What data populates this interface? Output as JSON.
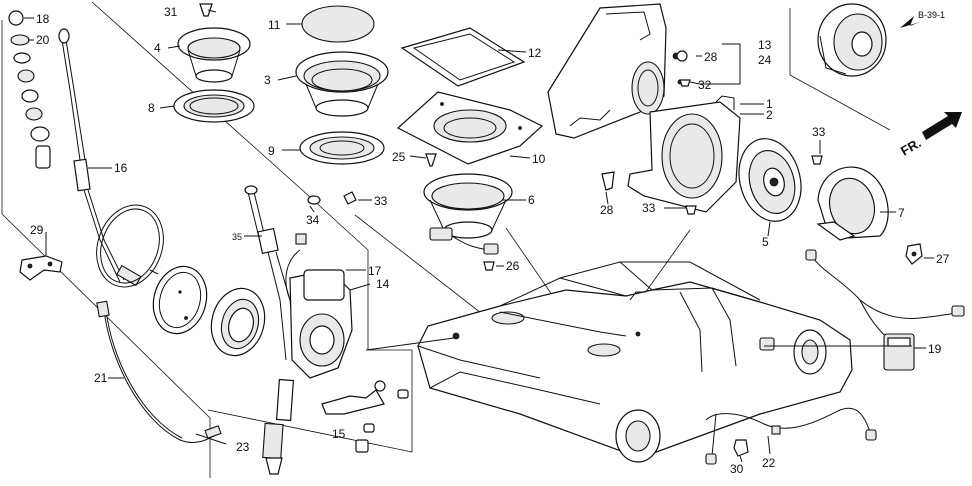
{
  "labels": {
    "p1": "1",
    "p2": "2",
    "p3": "3",
    "p4": "4",
    "p5": "5",
    "p6": "6",
    "p7": "7",
    "p8": "8",
    "p9": "9",
    "p10": "10",
    "p11": "11",
    "p12": "12",
    "p13": "13",
    "p14": "14",
    "p15": "15",
    "p16": "16",
    "p17": "17",
    "p18": "18",
    "p19": "19",
    "p20": "20",
    "p21": "21",
    "p22": "22",
    "p23": "23",
    "p24": "24",
    "p25": "25",
    "p26": "26",
    "p27": "27",
    "p28a": "28",
    "p28b": "28",
    "p29": "29",
    "p30": "30",
    "p31": "31",
    "p32": "32",
    "p33a": "33",
    "p33b": "33",
    "p33c": "33",
    "p34": "34",
    "p35": "35"
  },
  "reference": "B-39-1",
  "direction": "FR."
}
